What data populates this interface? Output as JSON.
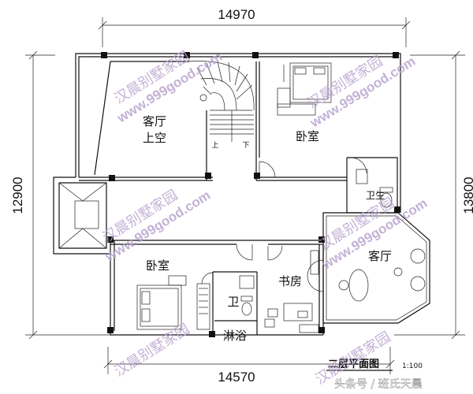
{
  "dimensions": {
    "top": "14970",
    "bottom": "14570",
    "left": "12900",
    "right": "13800"
  },
  "rooms": {
    "living_void_line1": "客厅",
    "living_void_line2": "上空",
    "bedroom_top": "卧室",
    "bedroom_left": "卧室",
    "study": "书房",
    "living_right": "客厅",
    "bath_right": "卫生",
    "bath_small": "卫",
    "shower": "淋浴",
    "stair_up": "上",
    "stair_down": "下"
  },
  "title": "二层平面图",
  "scale": "1:100",
  "watermark": {
    "brand": "汉晨别墅家园",
    "url": "www.999good.com"
  },
  "credit": "头条号 / 班氏天晨"
}
